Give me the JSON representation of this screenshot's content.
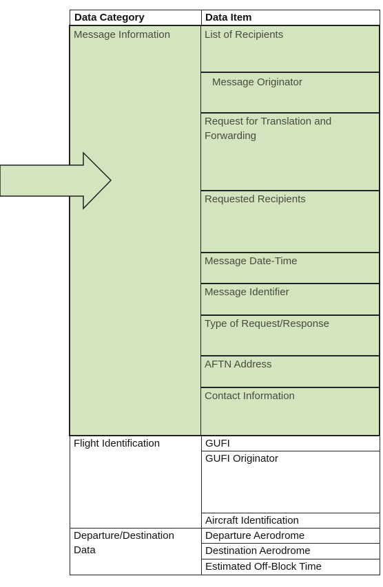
{
  "header": {
    "category": "Data Category",
    "item": "Data Item"
  },
  "message_information": {
    "category": "Message Information",
    "items": [
      "List of Recipients",
      "Message Originator",
      "Request for Translation and\nForwarding",
      "Requested Recipients",
      "Message Date-Time",
      "Message Identifier",
      "Type of Request/Response",
      "AFTN Address",
      "Contact Information"
    ]
  },
  "flight_identification": {
    "category": "Flight Identification",
    "items": [
      "GUFI",
      "GUFI Originator",
      "Aircraft Identification"
    ]
  },
  "departure_destination": {
    "category": "Departure/Destination\nData",
    "items": [
      "Departure Aerodrome",
      "Destination Aerodrome",
      "Estimated Off-Block Time"
    ]
  },
  "colors": {
    "highlight": "#d4e4be",
    "border": "#222222"
  },
  "arrow": {
    "icon": "right-arrow-icon"
  }
}
